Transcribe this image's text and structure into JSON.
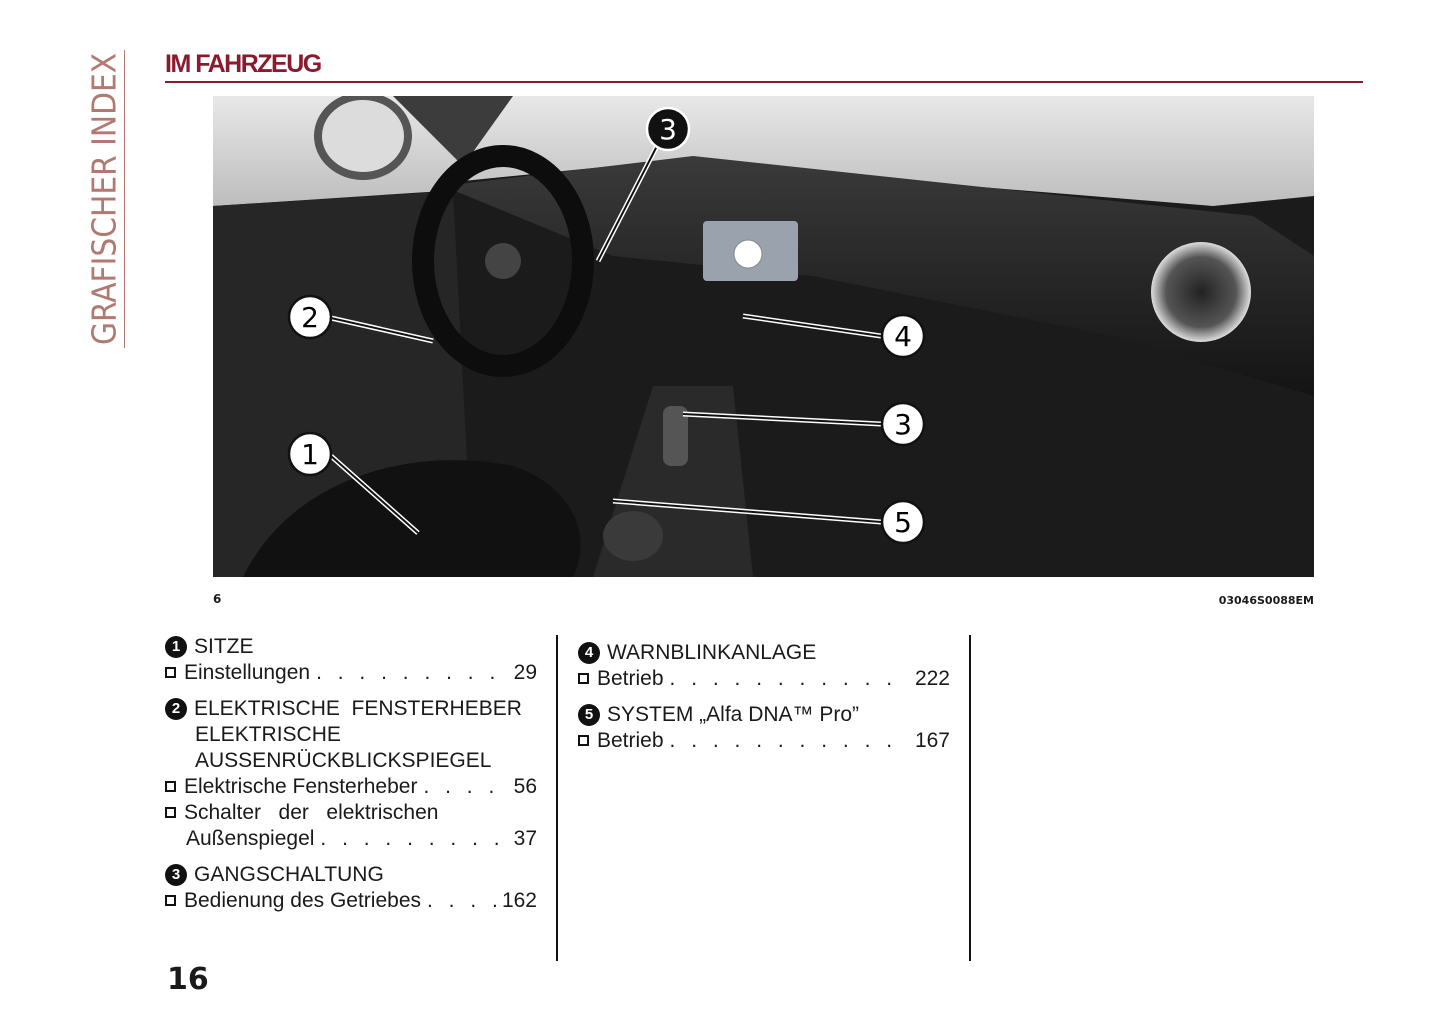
{
  "side_title": "GRAFISCHER INDEX",
  "header": {
    "title": "IM FAHRZEUG",
    "accent_color": "#8b1a2e"
  },
  "figure": {
    "number": "6",
    "code": "03046S0088EM",
    "callouts": [
      "1",
      "2",
      "3",
      "3",
      "4",
      "5"
    ]
  },
  "sections": [
    {
      "num": "1",
      "title_lines": [
        "SITZE"
      ],
      "items": [
        {
          "label": "Einstellungen",
          "page": "29"
        }
      ]
    },
    {
      "num": "2",
      "title_lines": [
        "ELEKTRISCHE  FENSTERHEBER",
        "ELEKTRISCHE",
        "AUSSENRÜCKBLICKSPIEGEL"
      ],
      "items": [
        {
          "label": "Elektrische Fensterheber",
          "page": "56"
        },
        {
          "label": "Schalter   der   elektrischen",
          "label2": "Außenspiegel",
          "page": "37"
        }
      ]
    },
    {
      "num": "3",
      "title_lines": [
        "GANGSCHALTUNG"
      ],
      "items": [
        {
          "label": "Bedienung des Getriebes",
          "page": "162"
        }
      ]
    },
    {
      "num": "4",
      "title_lines": [
        "WARNBLINKANLAGE"
      ],
      "items": [
        {
          "label": "Betrieb",
          "page": "222"
        }
      ]
    },
    {
      "num": "5",
      "title_lines": [
        "SYSTEM „Alfa DNA™ Pro”"
      ],
      "items": [
        {
          "label": "Betrieb",
          "page": "167"
        }
      ]
    }
  ],
  "page_number": "16"
}
